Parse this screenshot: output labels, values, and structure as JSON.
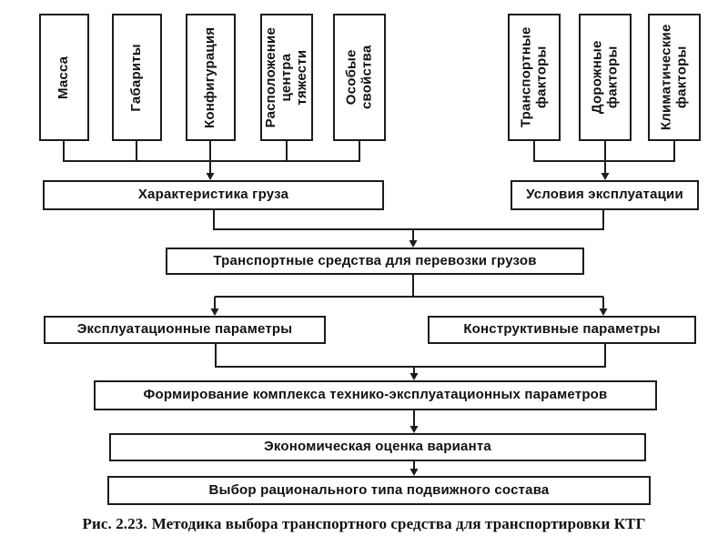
{
  "figure": {
    "cargo_inputs": [
      "Масса",
      "Габариты",
      "Конфигурация",
      "Расположение\nцентра тяжести",
      "Особые\nсвойства"
    ],
    "condition_inputs": [
      "Транспортные\nфакторы",
      "Дорожные\nфакторы",
      "Климатические\nфакторы"
    ],
    "nodes": {
      "cargo_characteristics": "Характеристика груза",
      "operating_conditions": "Условия эксплуатации",
      "transport_vehicles": "Транспортные средства для перевозки грузов",
      "operational_parameters": "Эксплуатационные параметры",
      "design_parameters": "Конструктивные параметры",
      "parameter_complex_formation": "Формирование комплекса технико-эксплуатационных параметров",
      "economic_evaluation": "Экономическая оценка варианта",
      "rolling_stock_selection": "Выбор рационального типа подвижного состава"
    },
    "caption": {
      "label": "Рис. 2.23.",
      "text": "Методика выбора транспортного средства для транспортировки КТГ"
    },
    "colors": {
      "line": "#1c1c1c",
      "background": "#ffffff",
      "text": "#111111"
    }
  }
}
